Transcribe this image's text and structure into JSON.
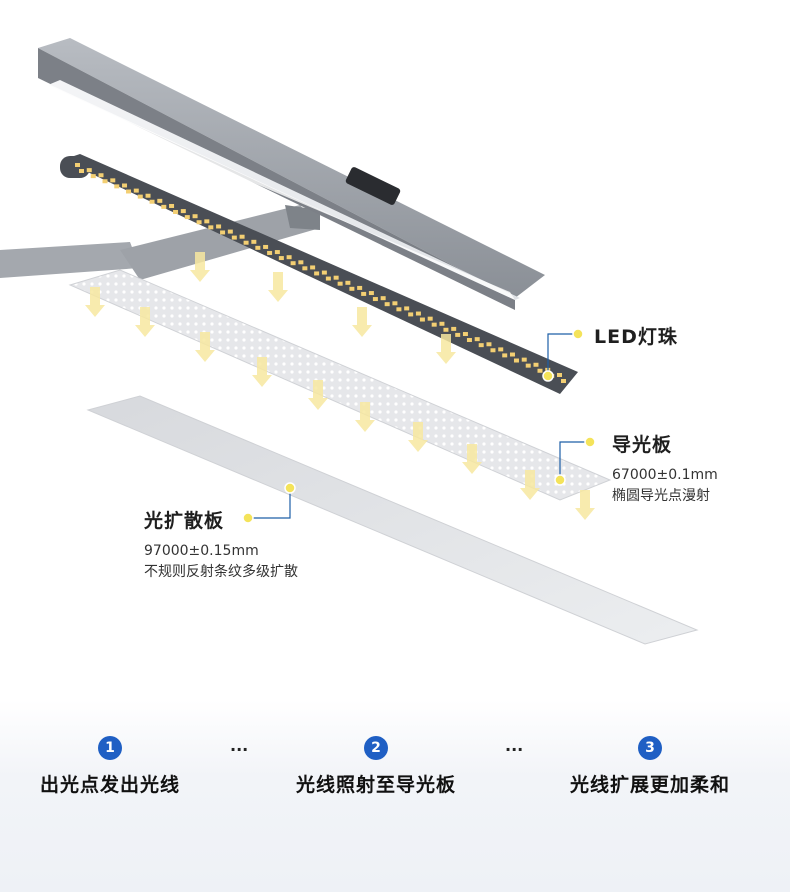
{
  "callouts": {
    "led": {
      "title": "LED灯珠"
    },
    "guide": {
      "title": "导光板",
      "spec": "67000±0.1mm",
      "desc": "椭圆导光点漫射"
    },
    "diffuser": {
      "title": "光扩散板",
      "spec": "97000±0.15mm",
      "desc": "不规则反射条纹多级扩散"
    }
  },
  "steps": [
    {
      "number": "1",
      "label": "出光点发出光线"
    },
    {
      "number": "2",
      "label": "光线照射至导光板"
    },
    {
      "number": "3",
      "label": "光线扩展更加柔和"
    }
  ],
  "separator": "...",
  "colors": {
    "accent": "#1f5fc4",
    "callout_dot": "#f4e35a",
    "callout_line": "#1d5fa8",
    "arrow": "#f7e7a0",
    "lamp_body": "#8f9399",
    "led_chip": "#f3cf73"
  }
}
